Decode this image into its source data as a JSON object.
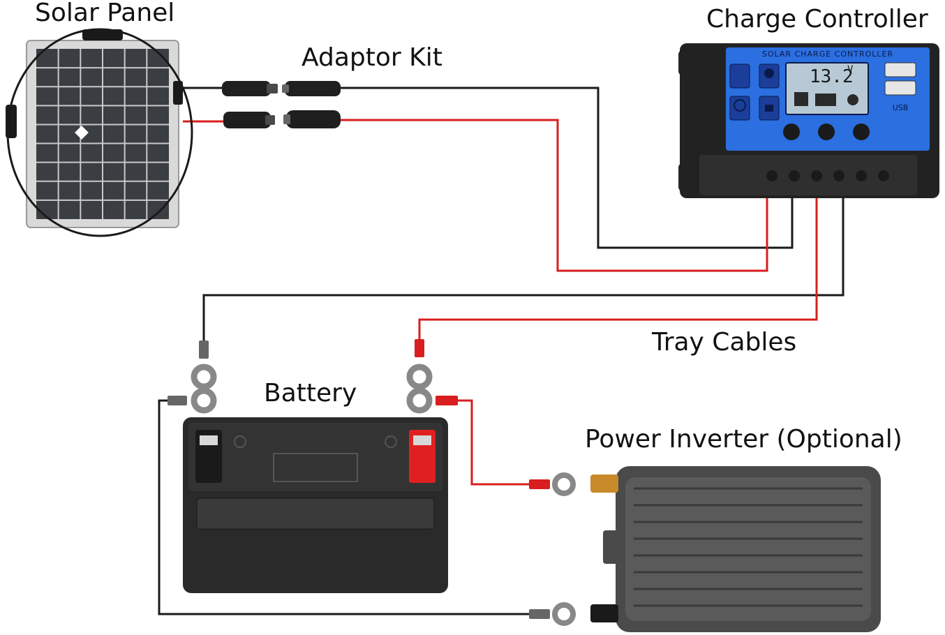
{
  "labels": {
    "solar_panel": "Solar Panel",
    "adaptor_kit": "Adaptor Kit",
    "charge_controller": "Charge Controller",
    "tray_cables": "Tray Cables",
    "battery": "Battery",
    "power_inverter": "Power Inverter (Optional)"
  },
  "controller": {
    "title": "SOLAR CHARGE CONTROLLER",
    "display": "13.2",
    "display_unit": "V",
    "usb_label": "USB"
  },
  "colors": {
    "positive_wire": "#d81e1e",
    "negative_wire": "#1a1a1a",
    "controller_body": "#2b6fe0",
    "lcd": "#b8c9d6",
    "battery_terminal_positive": "#e02020"
  }
}
